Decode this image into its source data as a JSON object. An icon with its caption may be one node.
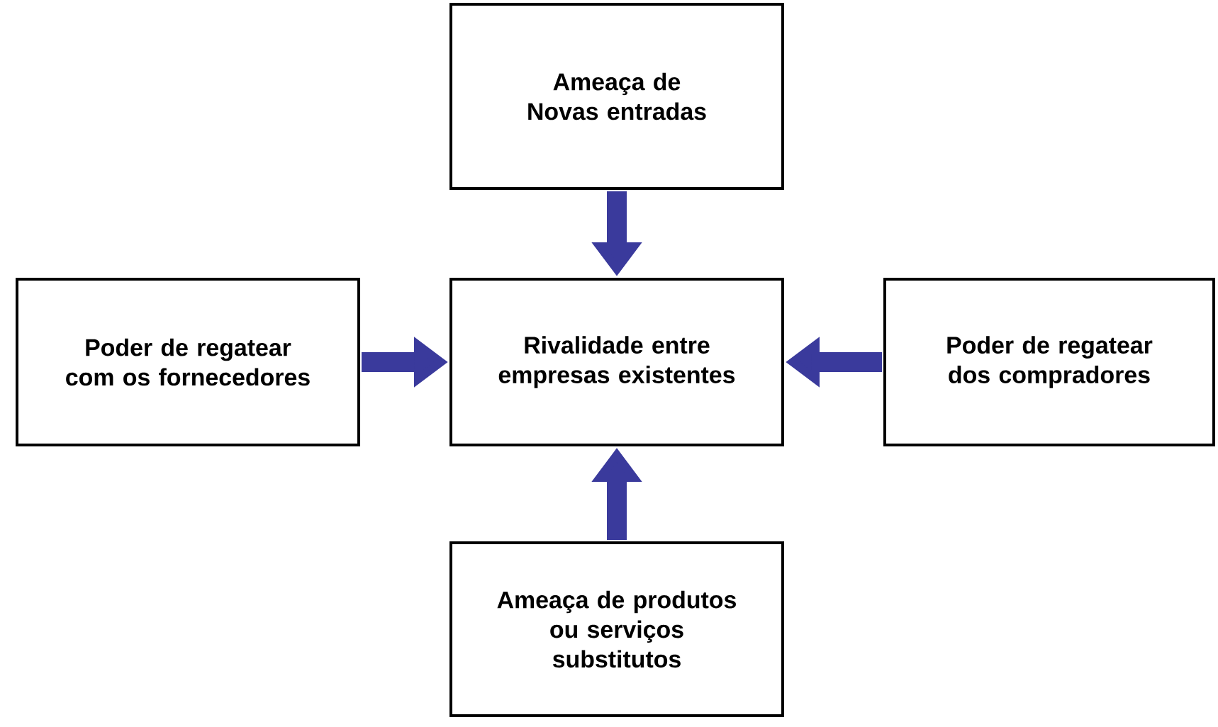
{
  "diagram": {
    "nodes": [
      {
        "text": [
          "Ameaça de Novas entradas"
        ]
      },
      {
        "text": [
          "Rivalidade entre empresas existentes"
        ]
      },
      {
        "text": [
          "Poder de regatear com os fornecedores"
        ]
      },
      {
        "text": [
          "Poder de regatear dos compradores"
        ]
      },
      {
        "text": [
          "Ameaça de produtos ou serviços substitutos"
        ]
      }
    ],
    "edges": [
      {
        "from": 0,
        "to": 1,
        "arrow": "to"
      },
      {
        "from": 2,
        "to": 1,
        "arrow": "to"
      },
      {
        "from": 3,
        "to": 1,
        "arrow": "to"
      },
      {
        "from": 4,
        "to": 1,
        "arrow": "to"
      }
    ]
  }
}
